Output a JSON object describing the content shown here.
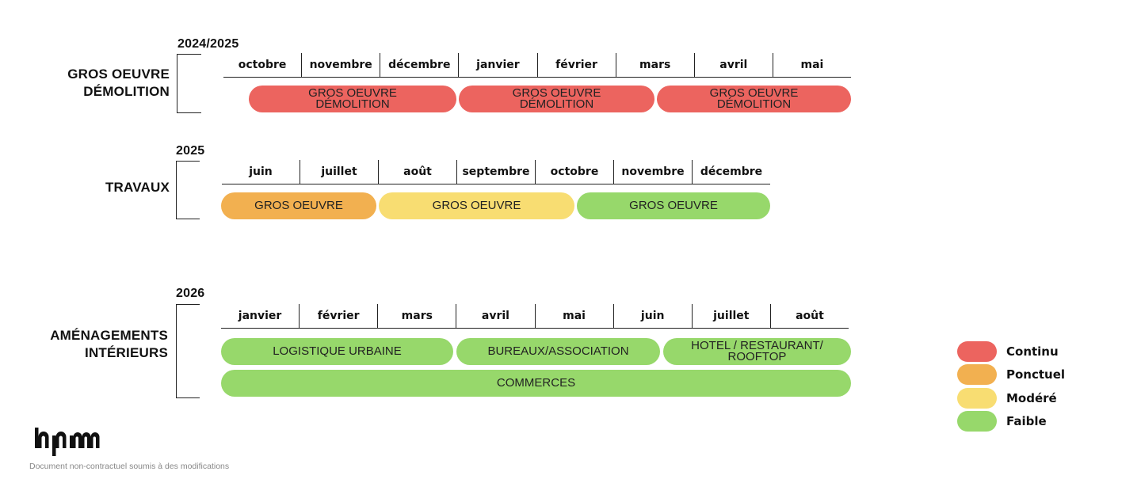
{
  "sections": [
    {
      "phase": "GROS OEUVRE\nDÉMOLITION",
      "year": "2024/2025",
      "months": [
        "octobre",
        "novembre",
        "décembre",
        "janvier",
        "février",
        "mars",
        "avril",
        "mai"
      ],
      "bars": [
        {
          "label": "GROS OEUVRE\nDÉMOLITION",
          "color": "red"
        },
        {
          "label": "GROS OEUVRE\nDÉMOLITION",
          "color": "red"
        },
        {
          "label": "GROS OEUVRE\nDÉMOLITION",
          "color": "red"
        }
      ]
    },
    {
      "phase": "TRAVAUX",
      "year": "2025",
      "months": [
        "juin",
        "juillet",
        "août",
        "septembre",
        "octobre",
        "novembre",
        "décembre"
      ],
      "bars": [
        {
          "label": "GROS OEUVRE",
          "color": "orange"
        },
        {
          "label": "GROS OEUVRE",
          "color": "yellow"
        },
        {
          "label": "GROS OEUVRE",
          "color": "green"
        }
      ]
    },
    {
      "phase": "AMÉNAGEMENTS\nINTÉRIEURS",
      "year": "2026",
      "months": [
        "janvier",
        "février",
        "mars",
        "avril",
        "mai",
        "juin",
        "juillet",
        "août"
      ],
      "bars": [
        {
          "label": "LOGISTIQUE URBAINE",
          "color": "green"
        },
        {
          "label": "BUREAUX/ASSOCIATION",
          "color": "green"
        },
        {
          "label": "HOTEL / RESTAURANT/\nROOFTOP",
          "color": "green"
        },
        {
          "label": "COMMERCES",
          "color": "green"
        }
      ]
    }
  ],
  "legend": [
    {
      "label": "Continu",
      "color": "#ec645f"
    },
    {
      "label": "Ponctuel",
      "color": "#f2b050"
    },
    {
      "label": "Modéré",
      "color": "#f8dd72"
    },
    {
      "label": "Faible",
      "color": "#97d86b"
    }
  ],
  "logo_text": "bpm",
  "footer": "Document non-contractuel soumis à des modifications"
}
